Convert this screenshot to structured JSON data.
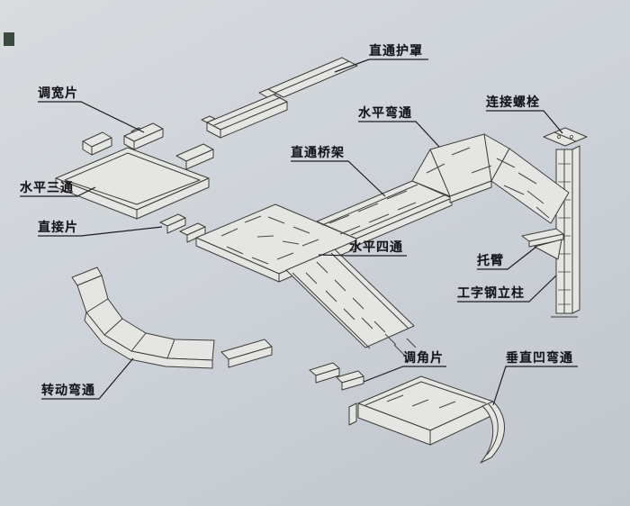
{
  "figure": {
    "background_color": "#ccd1d7",
    "line_color": "#3d3d38",
    "panel_color": "#e5e6e3",
    "label_color": "#14141a"
  },
  "labels": {
    "cover": "直通护罩",
    "width_adjust": "调宽片",
    "horizontal_bend": "水平弯通",
    "connect_bolt": "连接螺栓",
    "horizontal_tee": "水平三通",
    "straight_tray": "直通桥架",
    "direct_piece": "直接片",
    "horizontal_cross": "水平四通",
    "bracket_arm": "托臂",
    "ibeam_column": "工字钢立柱",
    "angle_adjust": "调角片",
    "vertical_concave_bend": "垂直凹弯通",
    "rotating_bend": "转动弯通"
  }
}
